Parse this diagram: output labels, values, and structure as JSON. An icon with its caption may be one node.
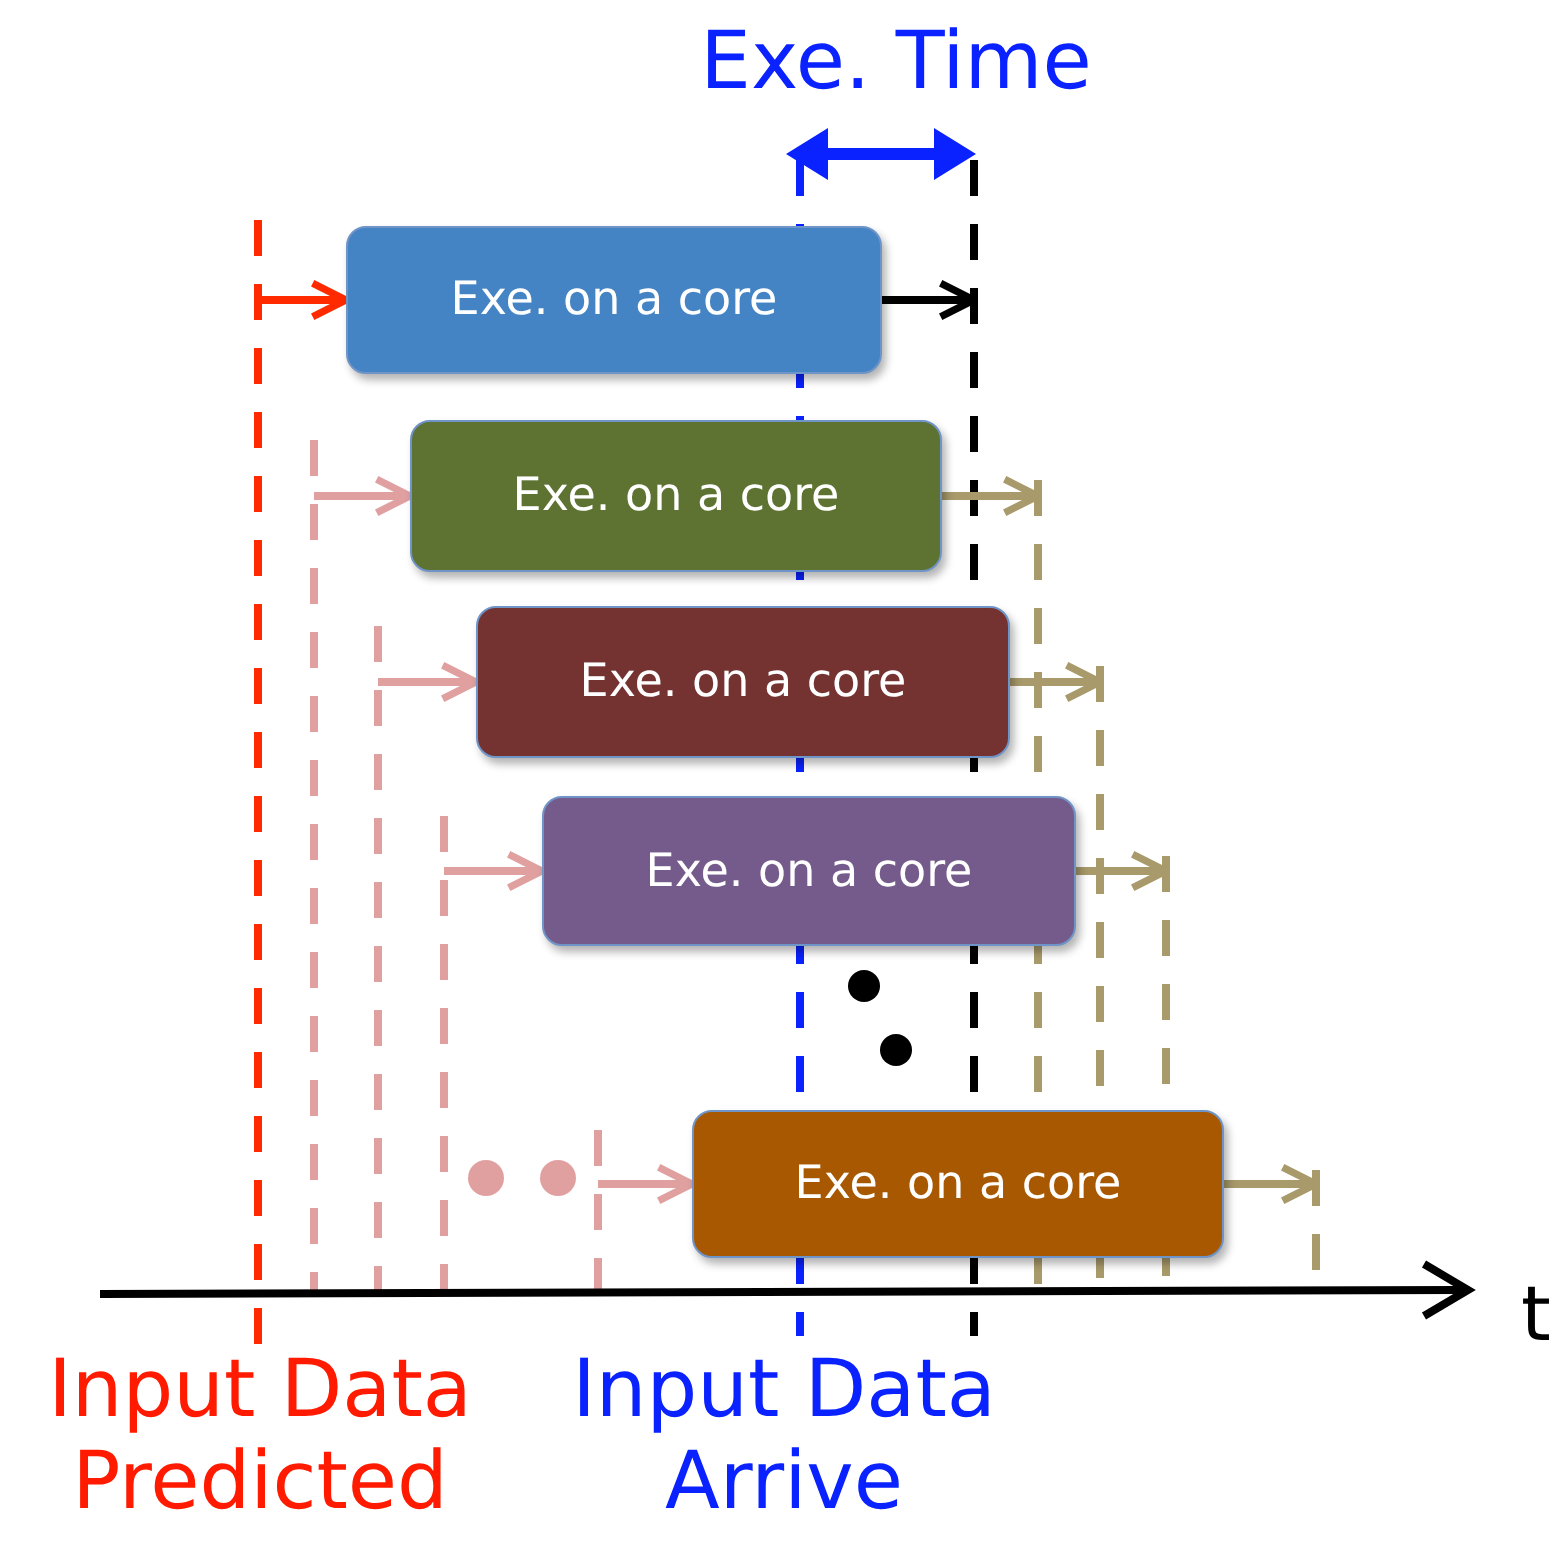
{
  "diagram": {
    "nodes": [
      {
        "text": [
          "Exe. on a core"
        ]
      },
      {
        "text": [
          "Exe. on a core"
        ]
      },
      {
        "text": [
          "Exe. on a core"
        ]
      },
      {
        "text": [
          "Exe. on a core"
        ]
      },
      {
        "text": [
          "Exe. on a core"
        ]
      }
    ],
    "edges": [
      {
        "from": null,
        "to": 0,
        "arrow": "to",
        "color": "#ff2a00"
      },
      {
        "from": 0,
        "to": null,
        "arrow": "to",
        "color": "#000000"
      },
      {
        "from": null,
        "to": 1,
        "arrow": "to"
      },
      {
        "from": 1,
        "to": null,
        "arrow": "to",
        "color": "#a89a6a"
      },
      {
        "from": null,
        "to": 2,
        "arrow": "to"
      },
      {
        "from": 2,
        "to": null,
        "arrow": "to",
        "color": "#a89a6a"
      },
      {
        "from": null,
        "to": 3,
        "arrow": "to"
      },
      {
        "from": 3,
        "to": null,
        "arrow": "to",
        "color": "#a89a6a"
      },
      {
        "from": null,
        "to": 4,
        "arrow": "to"
      },
      {
        "from": 4,
        "to": null,
        "arrow": "to",
        "color": "#a89a6a"
      }
    ],
    "labels": [
      "Exe. Time",
      "t",
      "Input Data Predicted",
      "Input Data Arrive"
    ]
  }
}
